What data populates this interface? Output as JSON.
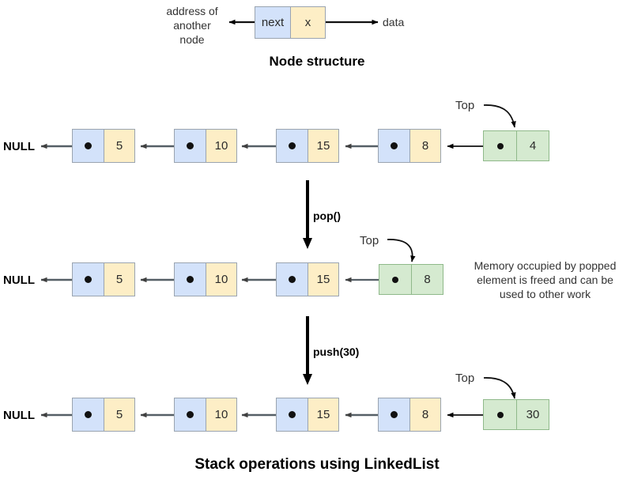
{
  "colors": {
    "pointer_cell": "#d3e2fa",
    "value_cell": "#fdeec6",
    "top_node": "#d5ead0",
    "arrow": "#4a4a4a",
    "text": "#333333"
  },
  "node_structure": {
    "left_label": "address of\nanother\nnode",
    "pointer_label": "next",
    "data_label": "x",
    "right_label": "data",
    "caption": "Node structure"
  },
  "rows": [
    {
      "id": "initial-stack",
      "null_label": "NULL",
      "top_label": "Top",
      "nodes": [
        {
          "value": "5",
          "type": "normal"
        },
        {
          "value": "10",
          "type": "normal"
        },
        {
          "value": "15",
          "type": "normal"
        },
        {
          "value": "8",
          "type": "normal"
        },
        {
          "value": "4",
          "type": "top"
        }
      ]
    },
    {
      "id": "after-pop",
      "null_label": "NULL",
      "top_label": "Top",
      "note": "Memory occupied by popped\nelement is freed and can be\nused to other work",
      "nodes": [
        {
          "value": "5",
          "type": "normal"
        },
        {
          "value": "10",
          "type": "normal"
        },
        {
          "value": "15",
          "type": "normal"
        },
        {
          "value": "8",
          "type": "top"
        }
      ]
    },
    {
      "id": "after-push",
      "null_label": "NULL",
      "top_label": "Top",
      "nodes": [
        {
          "value": "5",
          "type": "normal"
        },
        {
          "value": "10",
          "type": "normal"
        },
        {
          "value": "15",
          "type": "normal"
        },
        {
          "value": "8",
          "type": "normal"
        },
        {
          "value": "30",
          "type": "top"
        }
      ]
    }
  ],
  "operations": [
    {
      "id": "pop",
      "label": "pop()"
    },
    {
      "id": "push",
      "label": "push(30)"
    }
  ],
  "footer_caption": "Stack operations using LinkedList"
}
